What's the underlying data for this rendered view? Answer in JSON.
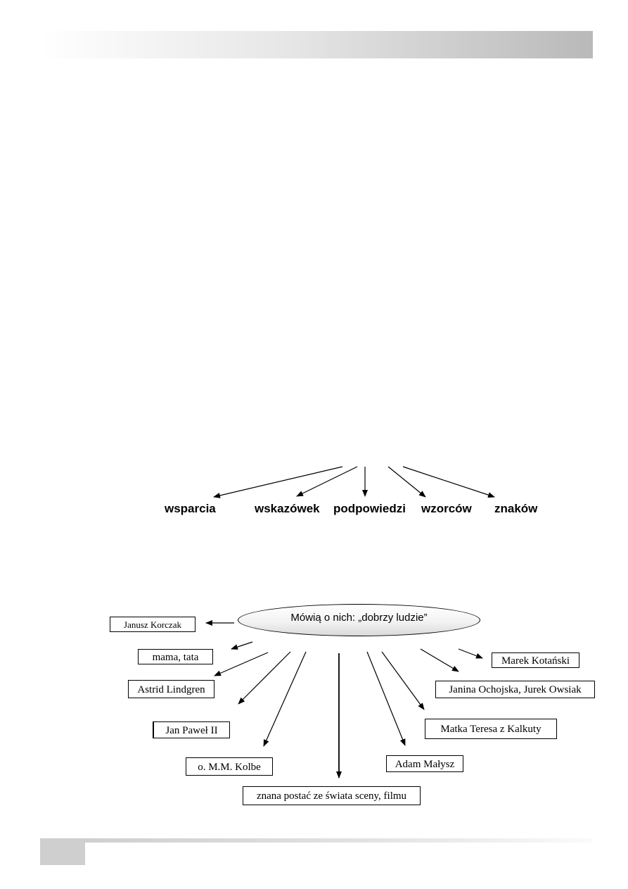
{
  "words": [
    "wsparcia",
    "wskazówek",
    "podpowiedzi",
    "wzorców",
    "znaków"
  ],
  "diagram": {
    "center_label": "Mówią o nich: „dobrzy ludzie”",
    "people": [
      "Janusz Korczak",
      "mama, tata",
      "Astrid Lindgren",
      "Jan Paweł II",
      "o. M.M. Kolbe",
      "znana postać ze świata sceny, filmu",
      "Adam Małysz",
      "Matka Teresa z Kalkuty",
      "Janina Ochojska, Jurek Owsiak",
      "Marek Kotański"
    ]
  }
}
